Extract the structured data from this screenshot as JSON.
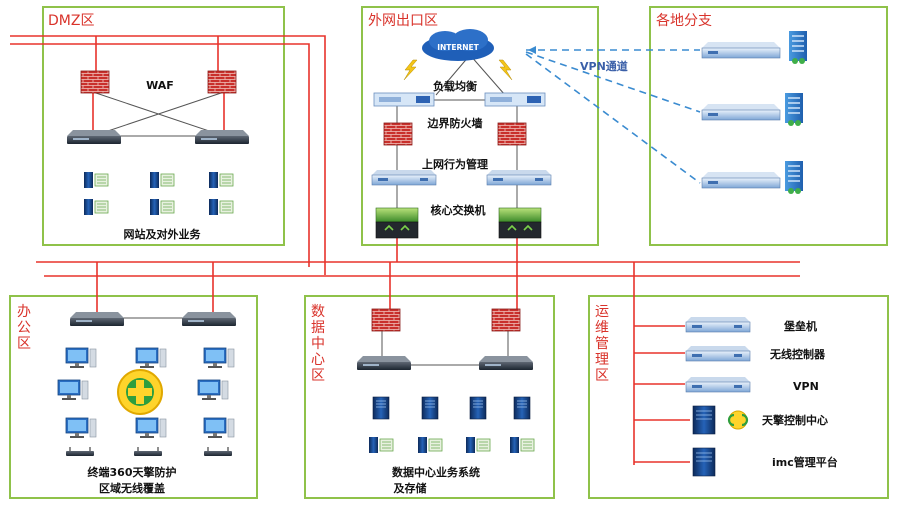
{
  "zones": {
    "dmz": "DMZ区",
    "exit": "外网出口区",
    "branch": "各地分支",
    "office": [
      "办",
      "公",
      "区"
    ],
    "dc": [
      "数",
      "据",
      "中",
      "心",
      "区"
    ],
    "ops": [
      "运",
      "维",
      "管",
      "理",
      "区"
    ]
  },
  "labels": {
    "waf": "WAF",
    "internet": "INTERNET",
    "lb": "负载均衡",
    "fw": "边界防火墙",
    "behavior": "上网行为管理",
    "core": "核心交换机",
    "vpn_tunnel": "VPN通道",
    "web": "网站及对外业务",
    "office_caption_1": "终端360天擎防护",
    "office_caption_2": "区域无线覆盖",
    "dc_caption_1": "数据中心业务系统",
    "dc_caption_2": "及存储",
    "ops_items": [
      "堡垒机",
      "无线控制器",
      "VPN",
      "天擎控制中心",
      "imc管理平台"
    ]
  },
  "colors": {
    "zone_border": "#8fc24a",
    "zone_title": "#d9332b",
    "link": "#e8332c",
    "vpn_dash": "#3a8bd0"
  }
}
